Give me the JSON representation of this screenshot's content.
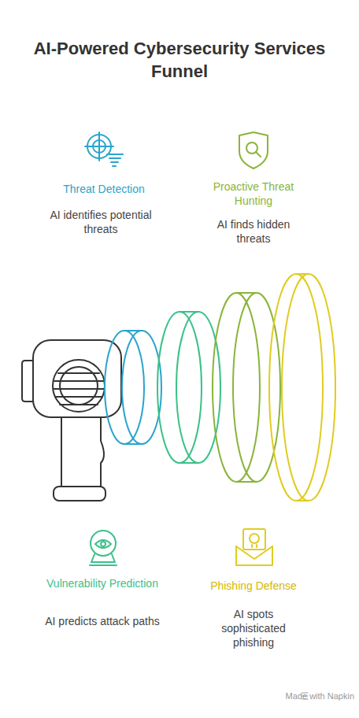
{
  "diagram": {
    "title": "AI-Powered Cybersecurity Services Funnel",
    "labels": [
      "Threat Detection",
      "AI identifies potential threats",
      "Proactive Threat Hunting",
      "AI finds hidden threats",
      "Vulnerability Prediction",
      "AI predicts attack paths",
      "Phishing Defense",
      "AI spots sophisticated phishing",
      "Made with Napkin"
    ]
  }
}
